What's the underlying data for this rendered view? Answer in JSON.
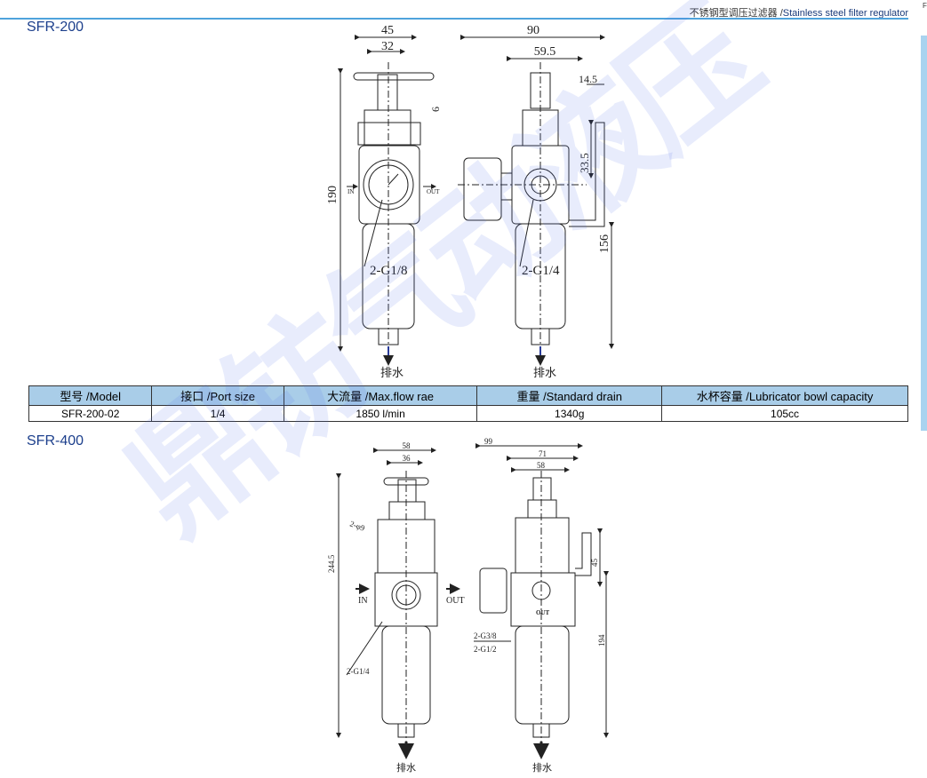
{
  "header": {
    "title_cn": "不锈钢型调压过滤器 /",
    "title_en": "Stainless steel filter regulator",
    "corner": "F"
  },
  "watermark": "鼎钫气动液压",
  "sfr200": {
    "model": "SFR-200",
    "front": {
      "d45": "45",
      "d32": "32",
      "d6": "6",
      "d190": "190",
      "in": "IN",
      "out": "OUT",
      "port": "2-G1/8",
      "drain": "排水"
    },
    "side": {
      "d90": "90",
      "d595": "59.5",
      "d145": "14.5",
      "d335": "33.5",
      "d156": "156",
      "port": "2-G1/4",
      "drain": "排水"
    }
  },
  "table": {
    "headers": [
      "型号 /Model",
      "接口 /Port size",
      "大流量 /Max.flow rae",
      "重量 /Standard drain",
      "水杯容量 /Lubricator bowl capacity"
    ],
    "rows": [
      [
        "SFR-200-02",
        "1/4",
        "1850 l/min",
        "1340g",
        "105cc"
      ]
    ]
  },
  "sfr400": {
    "model": "SFR-400",
    "front": {
      "d58": "58",
      "d36": "36",
      "hole": "2-φ9",
      "d2445": "244.5",
      "in": "IN",
      "out": "OUT",
      "port": "2-G1/4",
      "drain": "排水"
    },
    "side": {
      "d99": "99",
      "d71": "71",
      "d58": "58",
      "d45": "45",
      "out": "OUT",
      "port1": "2-G3/8",
      "port2": "2-G1/2",
      "d194": "194",
      "drain": "排水"
    }
  }
}
